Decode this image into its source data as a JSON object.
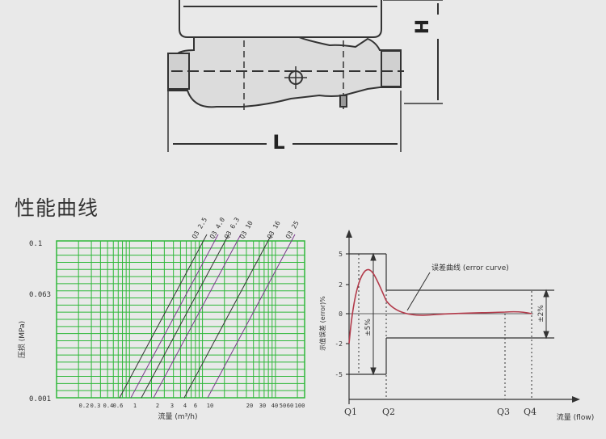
{
  "section_title": "性能曲线",
  "drawing": {
    "height_label": "H",
    "length_label": "L"
  },
  "pressure_loss_chart": {
    "ylabel": "压损 (MPa)",
    "xlabel": "流量 (m³/h)",
    "y_ticks": [
      "0.1",
      "0.063",
      "0.001"
    ],
    "x_ticks": [
      "0.2",
      "0.3",
      "0.4",
      "0.6",
      "1",
      "2",
      "3",
      "4",
      "6",
      "10",
      "20",
      "30",
      "40",
      "50",
      "60",
      "100"
    ],
    "curve_labels": [
      "Q3 2.5",
      "Q3 4.0",
      "Q3 6.3",
      "Q3 10",
      "Q3 16",
      "Q3 25"
    ],
    "colors": {
      "grid": "#2fb83a",
      "curve_dark": "#333333",
      "curve_purple": "#7a3b8c"
    }
  },
  "error_curve_chart": {
    "y_ticks": [
      "5",
      "2",
      "0",
      "-2",
      "-5"
    ],
    "ylabel": "示值误差 (error)%",
    "curve_label": "误差曲线 (error curve)",
    "band_low": "±5%",
    "band_high": "±2%",
    "q_labels": [
      "Q1",
      "Q2",
      "Q3",
      "Q4"
    ],
    "xlabel": "流量 (flow)",
    "colors": {
      "curve": "#b23a4a",
      "axes": "#333333"
    }
  }
}
